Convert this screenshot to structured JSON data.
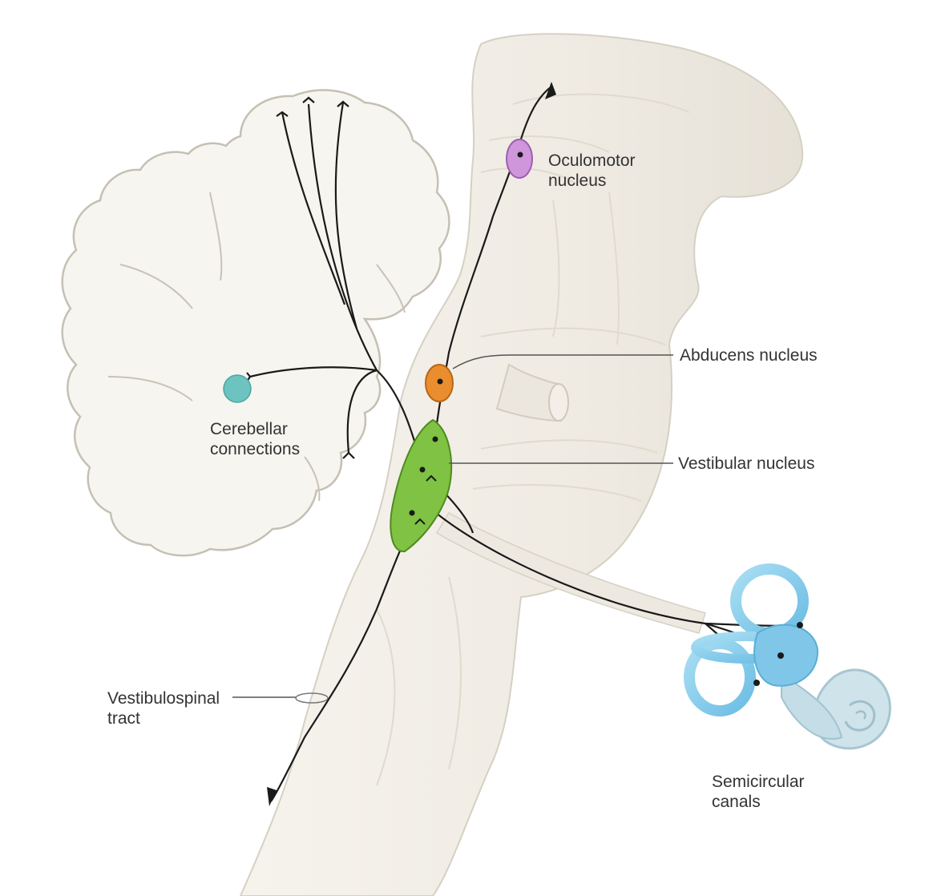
{
  "labels": {
    "oculomotor": "Oculomotor\nnucleus",
    "abducens": "Abducens nucleus",
    "vestibular_nucleus": "Vestibular nucleus",
    "cerebellar": "Cerebellar\nconnections",
    "vestibulospinal": "Vestibulospinal\ntract",
    "semicircular": "Semicircular\ncanals"
  },
  "colors": {
    "tissue": "#f3efe8",
    "tissue_outline": "#d9d3c8",
    "cerebellum_outline": "#c7c1b6",
    "pathway": "#1a1a1a",
    "oculomotor_nucleus": "#c98fd6",
    "abducens_nucleus": "#e98a2a",
    "vestibular_nucleus": "#7cc23f",
    "cerebellar_node": "#6cc3c0",
    "canals": "#8fd0ec"
  }
}
